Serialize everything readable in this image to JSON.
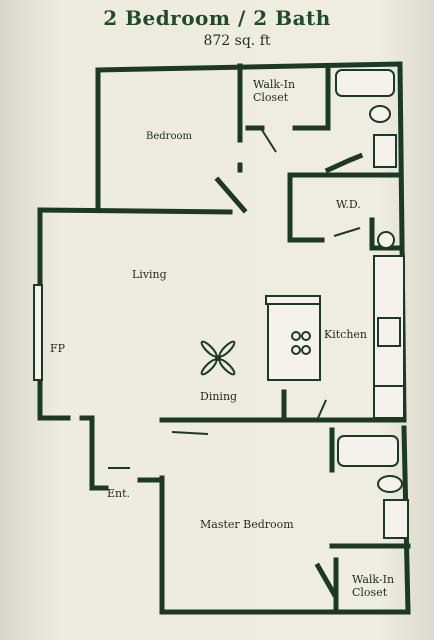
{
  "header": {
    "title": "2 Bedroom / 2 Bath",
    "area": "872 sq. ft"
  },
  "rooms": {
    "walk_in_closet_top": "Walk-In\nCloset",
    "bedroom": "Bedroom",
    "wd": "W.D.",
    "living": "Living",
    "kitchen": "Kitchen",
    "fp": "FP",
    "dining": "Dining",
    "entry": "Ent.",
    "master_bedroom": "Master Bedroom",
    "walk_in_closet_bottom": "Walk-In\nCloset"
  },
  "colors": {
    "ink": "#1b3a25",
    "title_green": "#1f4a2c",
    "paper": "#ece9dd"
  }
}
